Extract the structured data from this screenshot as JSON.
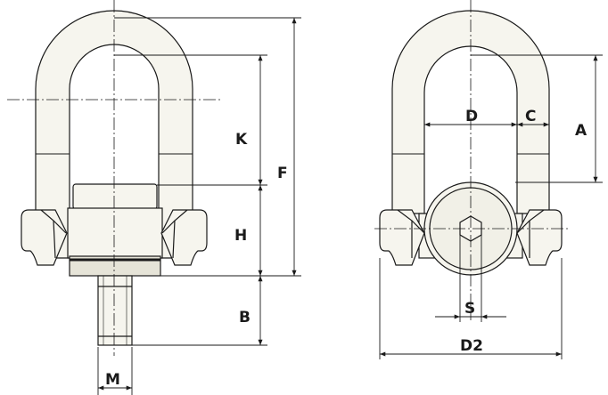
{
  "labels": {
    "K": "K",
    "F": "F",
    "H": "H",
    "B": "B",
    "M": "M",
    "D": "D",
    "C": "C",
    "A": "A",
    "S": "S",
    "D2": "D2"
  }
}
